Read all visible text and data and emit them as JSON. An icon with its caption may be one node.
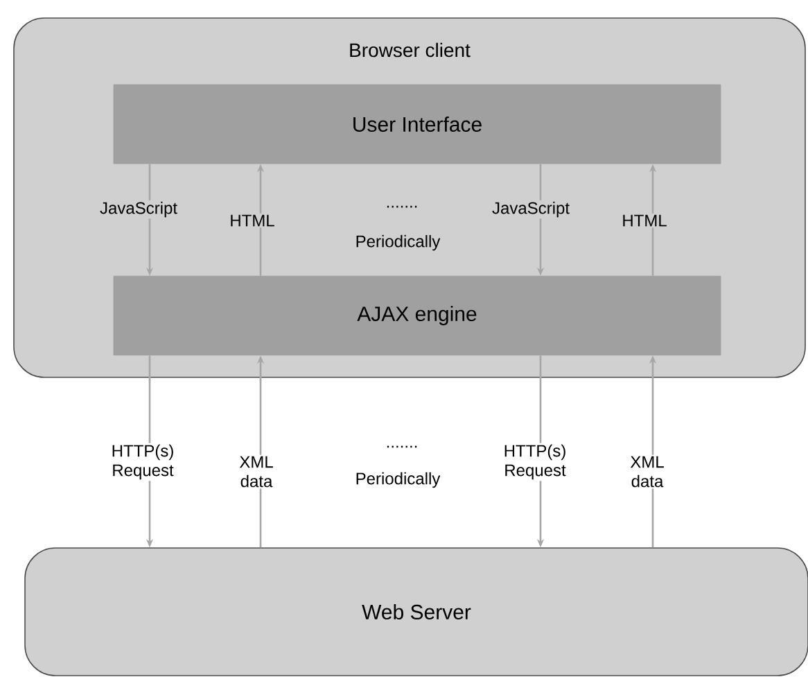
{
  "diagram": {
    "nodes": [
      {
        "text": [
          "Browser client"
        ]
      },
      {
        "text": [
          "User Interface"
        ],
        "in": 0
      },
      {
        "text": [
          "AJAX engine"
        ],
        "in": 0
      },
      {
        "text": [
          "Web Server"
        ]
      }
    ],
    "edges": [
      {
        "from": 1,
        "to": 2,
        "arrow": "to",
        "label": "JavaScript"
      },
      {
        "from": 2,
        "to": 1,
        "arrow": "to",
        "label": "HTML"
      },
      {
        "from": 1,
        "to": 2,
        "arrow": "to",
        "label": "JavaScript"
      },
      {
        "from": 2,
        "to": 1,
        "arrow": "to",
        "label": "HTML"
      },
      {
        "from": 2,
        "to": 3,
        "arrow": "to",
        "label": "HTTP(s) Request"
      },
      {
        "from": 3,
        "to": 2,
        "arrow": "to",
        "label": "XML data"
      },
      {
        "from": 2,
        "to": 3,
        "arrow": "to",
        "label": "HTTP(s) Request"
      },
      {
        "from": 3,
        "to": 2,
        "arrow": "to",
        "label": "XML data"
      }
    ],
    "labels": [
      ".......",
      "Periodically",
      ".......",
      "Periodically"
    ]
  }
}
